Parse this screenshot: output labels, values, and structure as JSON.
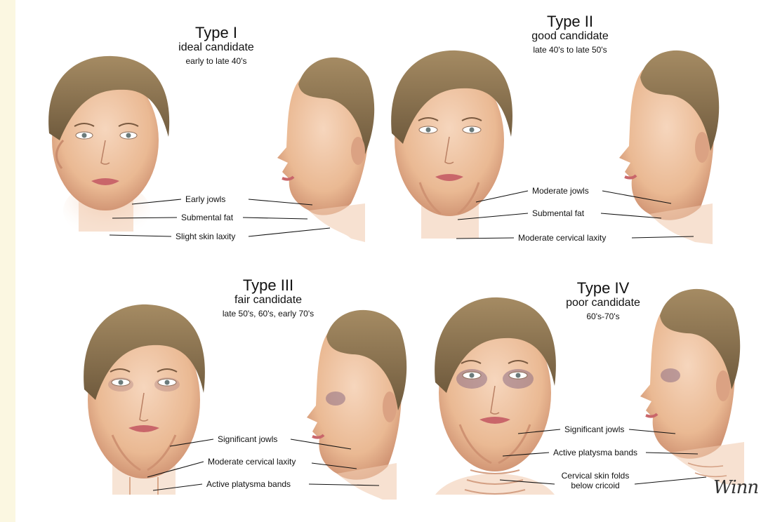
{
  "panels": [
    {
      "type_label": "Type I",
      "candidate": "ideal candidate",
      "age_range": "early to late 40's",
      "labels": [
        "Early jowls",
        "Submental fat",
        "Slight skin laxity"
      ]
    },
    {
      "type_label": "Type II",
      "candidate": "good candidate",
      "age_range": "late 40's to late 50's",
      "labels": [
        "Moderate jowls",
        "Submental fat",
        "Moderate cervical laxity"
      ]
    },
    {
      "type_label": "Type III",
      "candidate": "fair candidate",
      "age_range": "late 50's, 60's, early 70's",
      "labels": [
        "Significant jowls",
        "Moderate cervical laxity",
        "Active platysma bands"
      ]
    },
    {
      "type_label": "Type IV",
      "candidate": "poor candidate",
      "age_range": "60's-70's",
      "labels": [
        "Significant jowls",
        "Active platysma bands",
        "Cervical skin folds",
        "below cricoid"
      ]
    }
  ],
  "signature": "Winn",
  "colors": {
    "skin": "#f0c7a8",
    "skin_shadow": "#d79a78",
    "hair": "#8a7150",
    "hair_dark": "#5c4a32",
    "lips": "#c9666a",
    "leader_line": "#111111",
    "side_strip": "#fbf7e1"
  }
}
